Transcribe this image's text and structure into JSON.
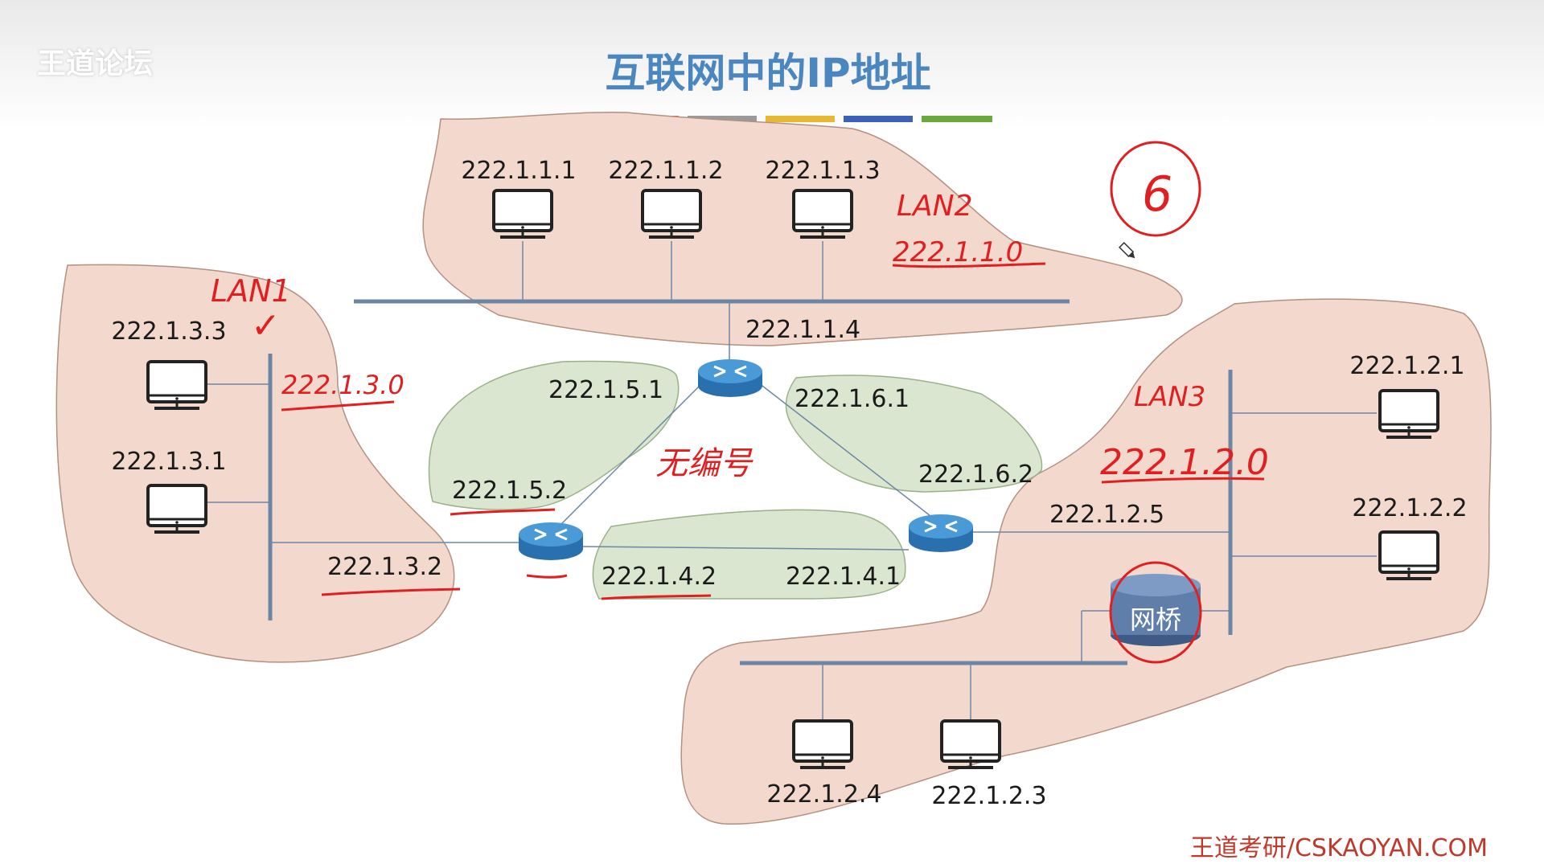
{
  "watermark": "王道论坛",
  "title": "互联网中的IP地址",
  "title_bar_colors": [
    "#4a86c0",
    "#d9713a",
    "#9a9a9a",
    "#e8b833",
    "#3c62b8",
    "#6aaa3c"
  ],
  "colors": {
    "lan_fill": "#f3d9cd",
    "p2p_fill": "#dae6cf",
    "bus": "#6e86a5",
    "router": "#3b86c8",
    "annotation": "#e02020"
  },
  "lan2": {
    "hosts": [
      "222.1.1.1",
      "222.1.1.2",
      "222.1.1.3"
    ],
    "router_if": "222.1.1.4",
    "note_name": "LAN2",
    "note_net": "222.1.1.0"
  },
  "lan1": {
    "hosts": [
      "222.1.3.3",
      "222.1.3.1"
    ],
    "router_if": "222.1.3.2",
    "note_name": "LAN1",
    "note_check": "✓",
    "note_net": "222.1.3.0"
  },
  "lan3": {
    "hosts": [
      "222.1.2.1",
      "222.1.2.2"
    ],
    "router_if": "222.1.2.5",
    "lower_hosts": [
      "222.1.2.4",
      "222.1.2.3"
    ],
    "bridge_label": "网桥",
    "note_name": "LAN3",
    "note_net": "222.1.2.0"
  },
  "p2p": {
    "a1": "222.1.5.1",
    "a2": "222.1.5.2",
    "b1": "222.1.6.1",
    "b2": "222.1.6.2",
    "c1": "222.1.4.2",
    "c2": "222.1.4.1"
  },
  "annotations": {
    "circled_number": "6",
    "unnumbered": "无编号"
  },
  "footer": "王道考研/CSKAOYAN.COM"
}
